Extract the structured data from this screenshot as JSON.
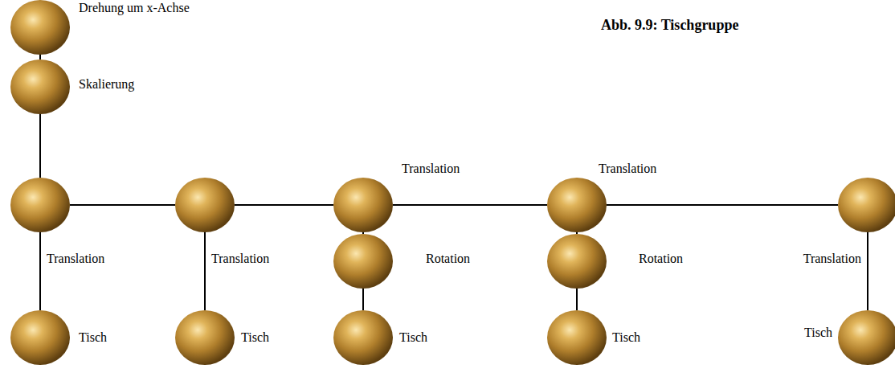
{
  "diagram": {
    "title": "Abb. 9.9: Tischgruppe",
    "nodes": [
      {
        "text": [
          "Drehung um x-Achse"
        ]
      },
      {
        "text": [
          "Skalierung"
        ]
      },
      {
        "text": [
          "Translation"
        ]
      },
      {
        "text": [
          "Translation"
        ]
      },
      {
        "text": [
          "Translation"
        ]
      },
      {
        "text": [
          "Translation"
        ]
      },
      {
        "text": [
          "Translation"
        ]
      },
      {
        "text": [
          "Rotation"
        ]
      },
      {
        "text": [
          "Rotation"
        ]
      },
      {
        "text": [
          "Tisch"
        ]
      },
      {
        "text": [
          "Tisch"
        ]
      },
      {
        "text": [
          "Tisch"
        ]
      },
      {
        "text": [
          "Tisch"
        ]
      },
      {
        "text": [
          "Tisch"
        ]
      }
    ],
    "edges": [
      {
        "from": 0,
        "to": 1,
        "arrow": "none"
      },
      {
        "from": 1,
        "to": 2,
        "arrow": "none"
      },
      {
        "from": 2,
        "to": 3,
        "arrow": "none"
      },
      {
        "from": 3,
        "to": 4,
        "arrow": "none"
      },
      {
        "from": 4,
        "to": 5,
        "arrow": "none"
      },
      {
        "from": 5,
        "to": 6,
        "arrow": "none"
      },
      {
        "from": 2,
        "to": 9,
        "arrow": "none"
      },
      {
        "from": 3,
        "to": 10,
        "arrow": "none"
      },
      {
        "from": 4,
        "to": 7,
        "arrow": "none"
      },
      {
        "from": 7,
        "to": 11,
        "arrow": "none"
      },
      {
        "from": 5,
        "to": 8,
        "arrow": "none"
      },
      {
        "from": 8,
        "to": 12,
        "arrow": "none"
      },
      {
        "from": 6,
        "to": 13,
        "arrow": "none"
      }
    ]
  }
}
